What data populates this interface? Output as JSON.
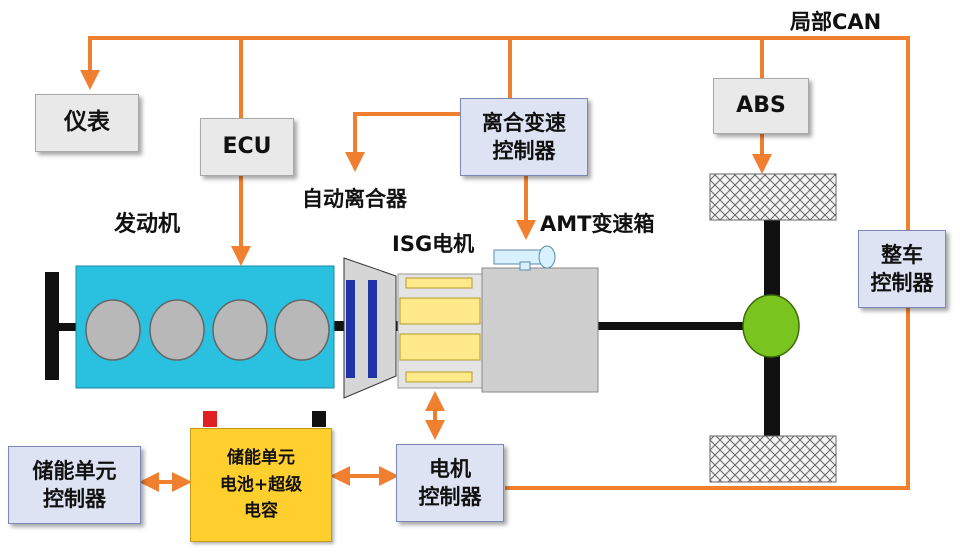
{
  "bus_label": "局部CAN",
  "boxes": {
    "instrument": "仪表",
    "ecu": "ECU",
    "clutch_ctrl": [
      "离合变速",
      "控制器"
    ],
    "abs": "ABS",
    "vehicle_ctrl": [
      "整车",
      "控制器"
    ],
    "storage_ctrl": [
      "储能单元",
      "控制器"
    ],
    "motor_ctrl": [
      "电机",
      "控制器"
    ],
    "storage_unit": [
      "储能单元",
      "电池+超级",
      "电容"
    ]
  },
  "labels": {
    "engine": "发动机",
    "clutch": "自动离合器",
    "isg": "ISG电机",
    "amt": "AMT变速箱"
  },
  "colors": {
    "can_line": "#f08030",
    "engine": "#29c1df",
    "cylinder": "#b8b8b8",
    "clutch_disc": "#2233aa",
    "isg_winding": "#ffe98a",
    "gearbox": "#cfcfcf",
    "battery": "#ffcf2e",
    "terminal_pos": "#e02020",
    "terminal_neg": "#111111",
    "differential": "#7ac420",
    "motor_ctrl_box": "#dde3f2",
    "instrument_box": "#e9e9e9"
  }
}
